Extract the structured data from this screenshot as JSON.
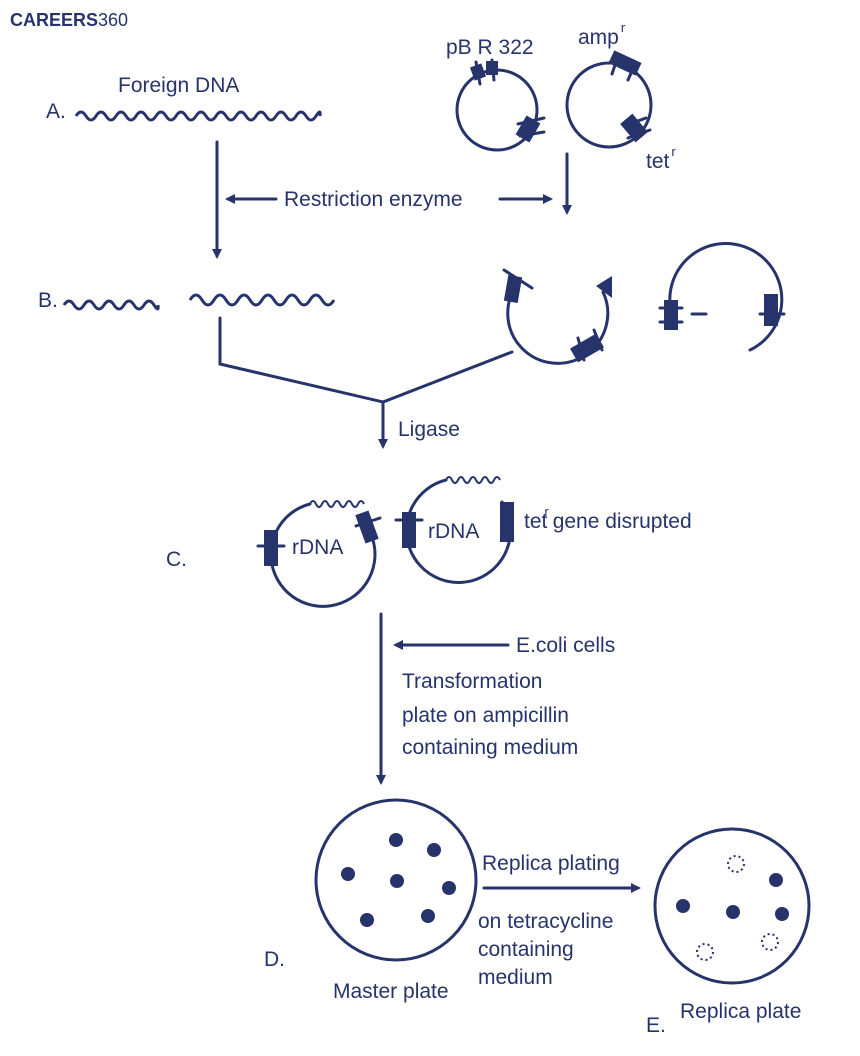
{
  "brand": {
    "name": "CAREERS",
    "number": "360"
  },
  "colors": {
    "ink": "#27336b",
    "background": "#ffffff"
  },
  "labels": {
    "step_a": "A.",
    "step_b": "B.",
    "step_c": "C.",
    "step_d": "D.",
    "step_e": "E.",
    "foreign_dna": "Foreign DNA",
    "plasmid_name": "pB R  322",
    "amp": "amp",
    "amp_sup": "r",
    "tet": "tet",
    "tet_sup": "r",
    "restriction_enzyme": "Restriction enzyme",
    "ligase": "Ligase",
    "rdna_1": "rDNA",
    "rdna_2": "rDNA",
    "tet_gene_prefix": "tet",
    "tet_gene_sup": "r",
    "tet_gene_suffix": "gene disrupted",
    "ecoli": "E.coli cells",
    "transformation": "Transformation",
    "plate_on": "plate on ampicillin",
    "containing_medium": "containing medium",
    "replica_plating": "Replica plating",
    "on_tetracycline": "on tetracycline",
    "containing": "containing",
    "medium": "medium",
    "master_plate": "Master plate",
    "replica_plate": "Replica plate"
  }
}
